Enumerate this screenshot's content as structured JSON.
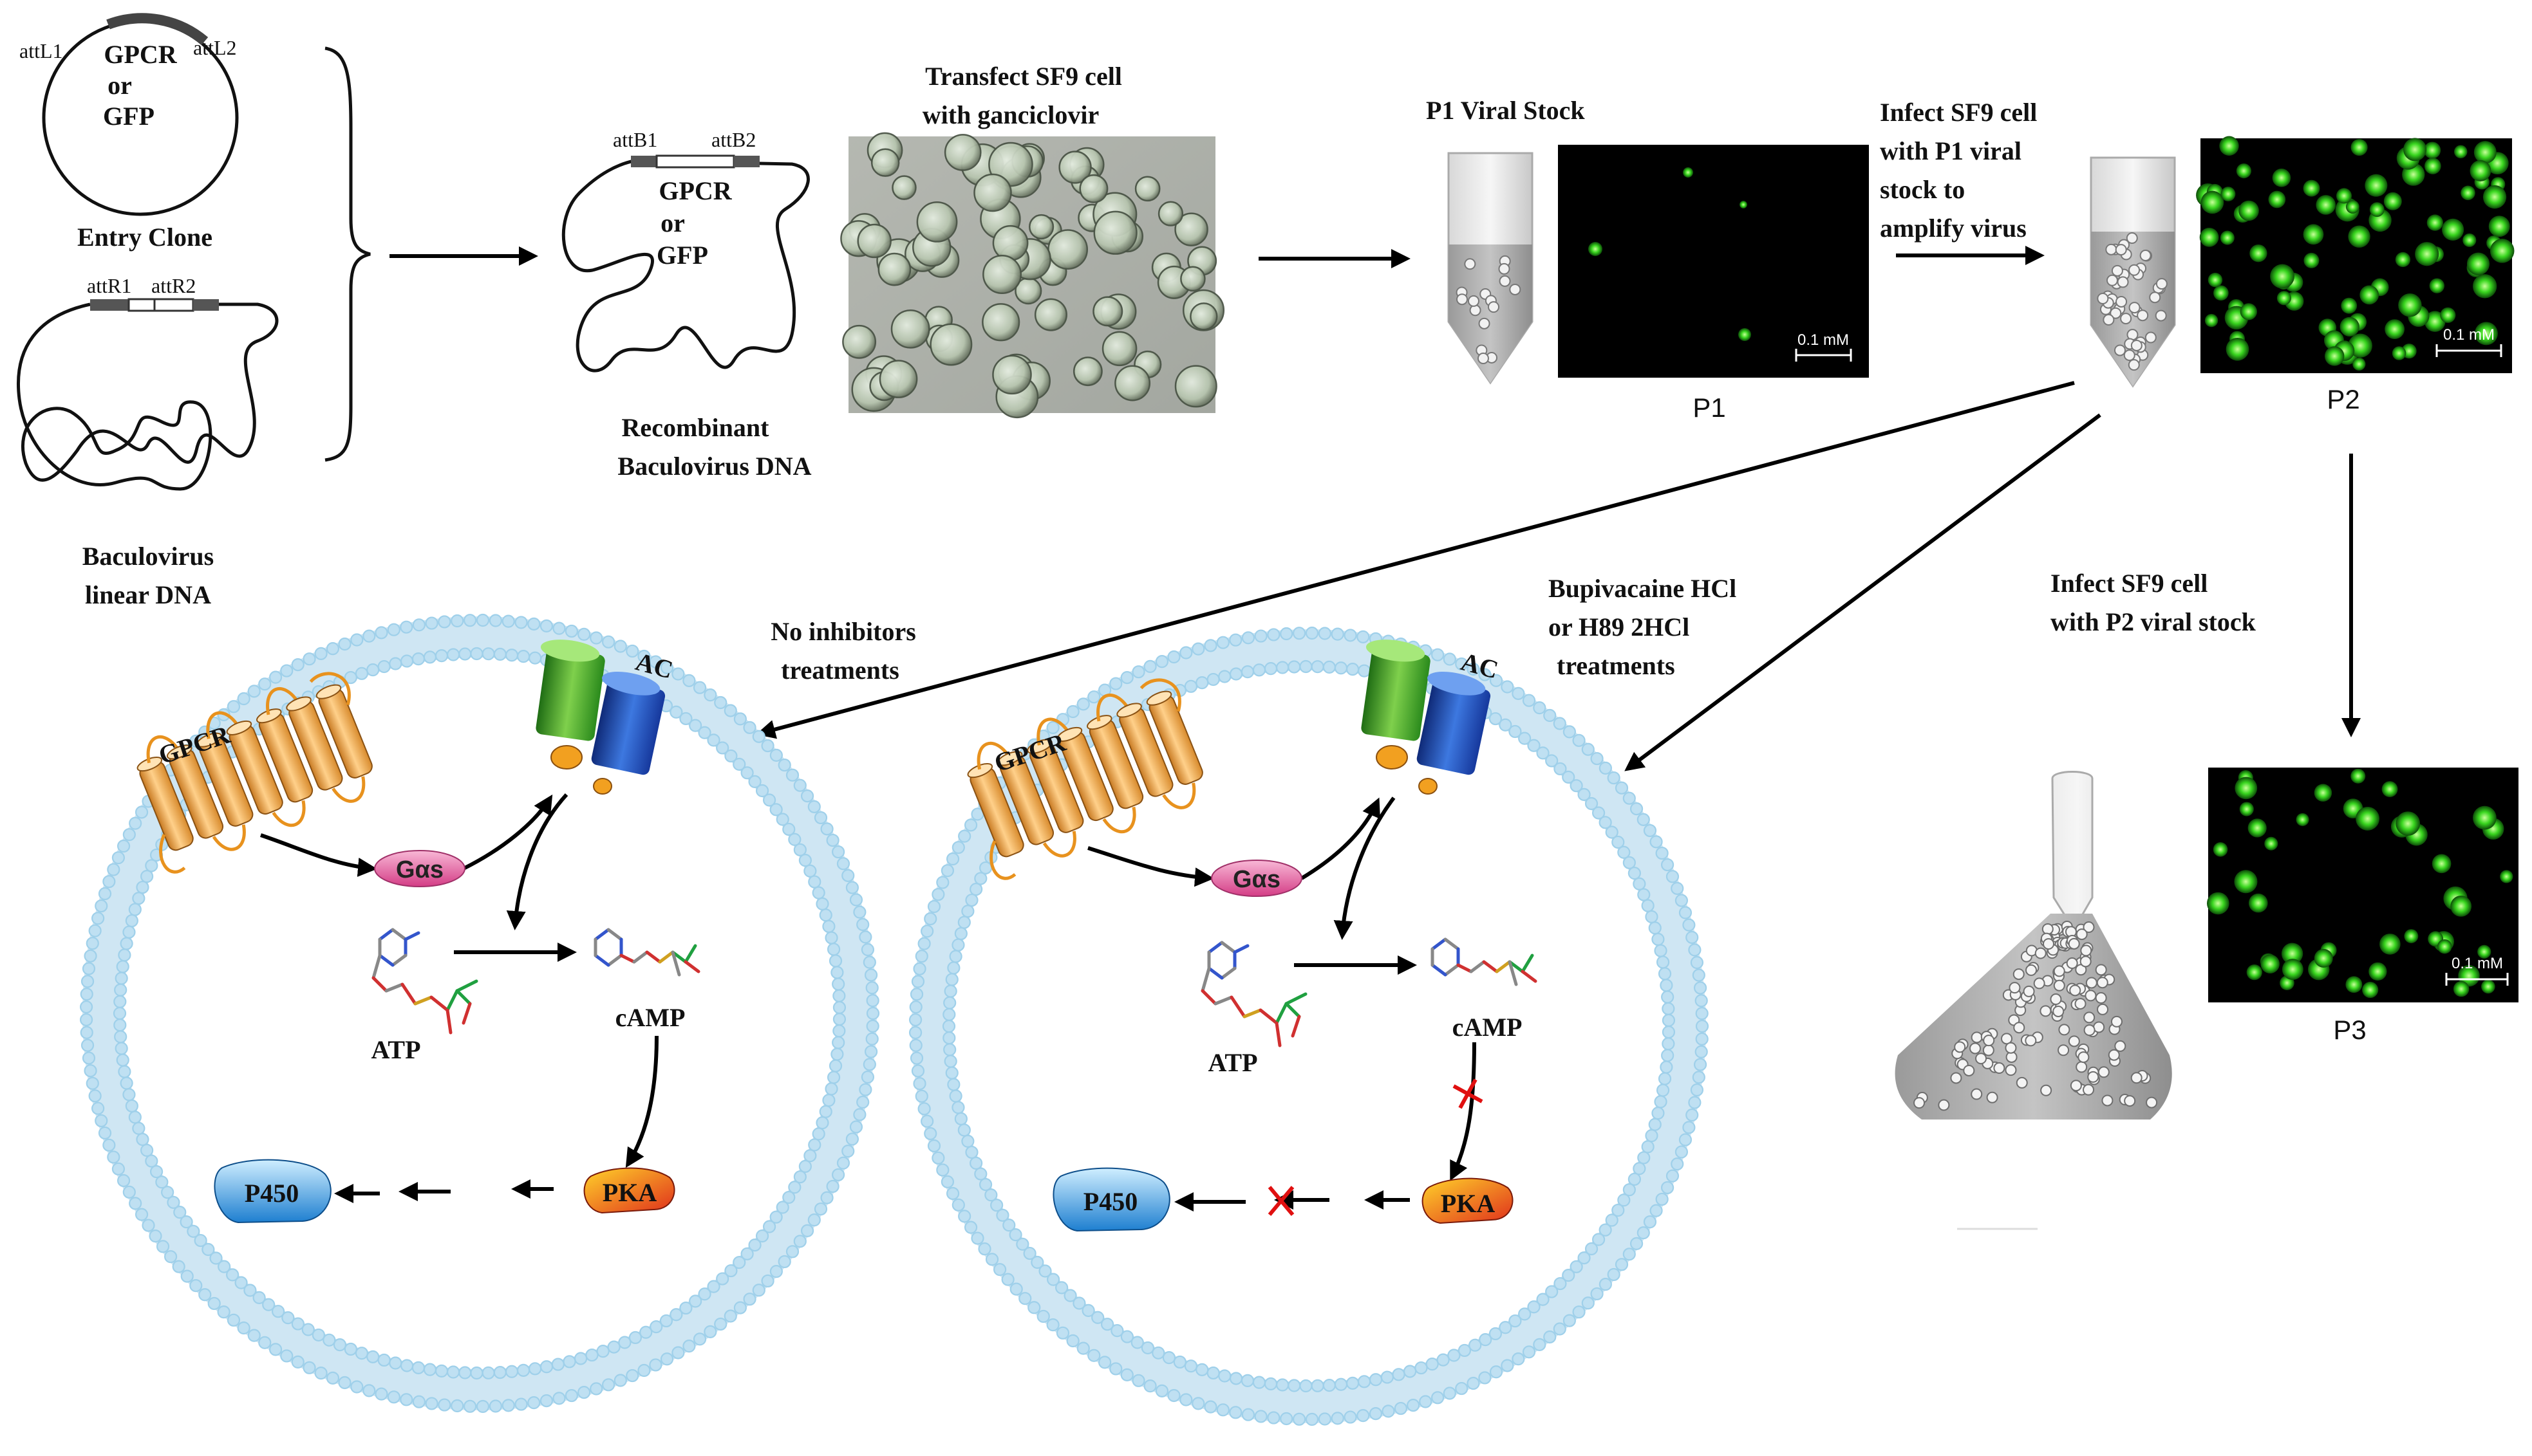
{
  "entry_clone": {
    "att_left": "attL1",
    "att_right": "attL2",
    "gene_1": "GPCR",
    "gene_or": "or",
    "gene_2": "GFP",
    "label": "Entry Clone"
  },
  "baculovirus": {
    "att_left": "attR1",
    "att_right": "attR2",
    "label_1": "Baculovirus",
    "label_2": "linear DNA"
  },
  "recombinant": {
    "att_left": "attB1",
    "att_right": "attB2",
    "gene_1": "GPCR",
    "gene_or": "or",
    "gene_2": "GFP",
    "label_1": "Recombinant",
    "label_2": "Baculovirus DNA"
  },
  "transfect": {
    "line_1": "Transfect SF9 cell",
    "line_2": "with ganciclovir"
  },
  "p1": {
    "title": "P1 Viral Stock",
    "label": "P1",
    "scale": "0.1 mM"
  },
  "infect_p1": {
    "line_1": "Infect SF9 cell",
    "line_2": "with P1 viral",
    "line_3": "stock to",
    "line_4": "amplify virus"
  },
  "p2": {
    "label": "P2",
    "scale": "0.1 mM"
  },
  "infect_p2": {
    "line_1": "Infect SF9 cell",
    "line_2": "with P2 viral stock"
  },
  "p3": {
    "label": "P3",
    "scale": "0.1 mM"
  },
  "no_inhibitors": {
    "line_1": "No inhibitors",
    "line_2": "treatments"
  },
  "inhibitors": {
    "line_1": "Bupivacaine HCl",
    "line_2": "or H89 2HCl",
    "line_3": "treatments"
  },
  "pathway": {
    "gpcr": "GPCR",
    "ac": "AC",
    "gas": "Gαs",
    "atp": "ATP",
    "camp": "cAMP",
    "pka": "PKA",
    "p450": "P450"
  },
  "colors": {
    "membrane": "#9fd0ea",
    "gpcr": "#f0a848",
    "ac_green": "#3a9a2a",
    "ac_blue": "#1c47a8",
    "gas": "#e4569a",
    "pka": "#e5541c",
    "p450": "#2c8fd6",
    "fluorescence": "#39d61f",
    "inhibit_x": "#e01010"
  }
}
